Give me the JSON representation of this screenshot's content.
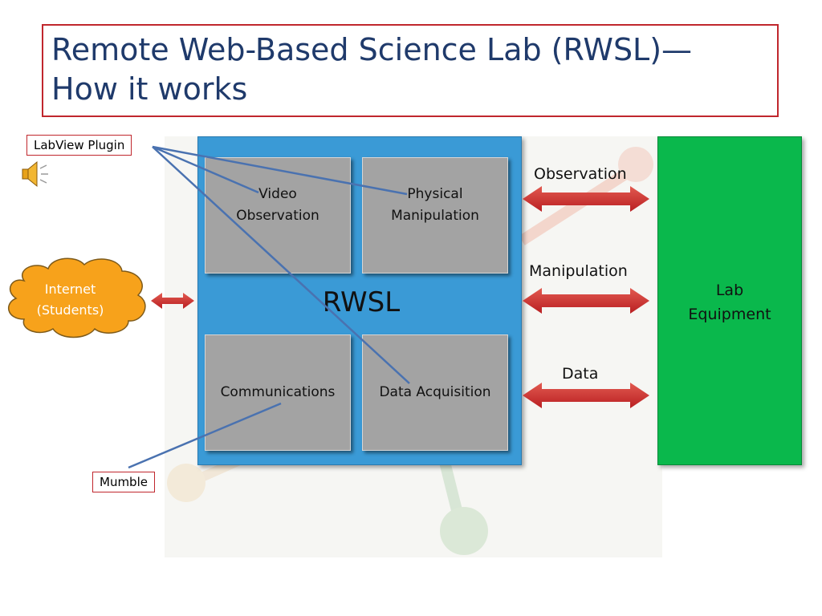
{
  "title": "Remote Web-Based Science Lab (RWSL)—\nHow it works",
  "center_label": "RWSL",
  "modules": {
    "video": "Video\nObservation",
    "physical": "Physical\nManipulation",
    "communications": "Communications",
    "data_acquisition": "Data Acquisition"
  },
  "lab_equipment": "Lab\nEquipment",
  "arrows": {
    "observation": "Observation",
    "manipulation": "Manipulation",
    "data": "Data"
  },
  "cloud": "Internet\n(Students)",
  "callouts": {
    "labview": "LabView Plugin",
    "mumble": "Mumble"
  },
  "icons": {
    "sound": "speaker-icon"
  },
  "colors": {
    "title": "#1f3a6b",
    "rwsl_box": "#3a9ad6",
    "module": "#a3a3a3",
    "lab_equipment": "#0ab84c",
    "arrow": "#cc2e2e",
    "cloud": "#f7a21b",
    "callout_border": "#c0272d",
    "connector": "#4a72b0"
  }
}
